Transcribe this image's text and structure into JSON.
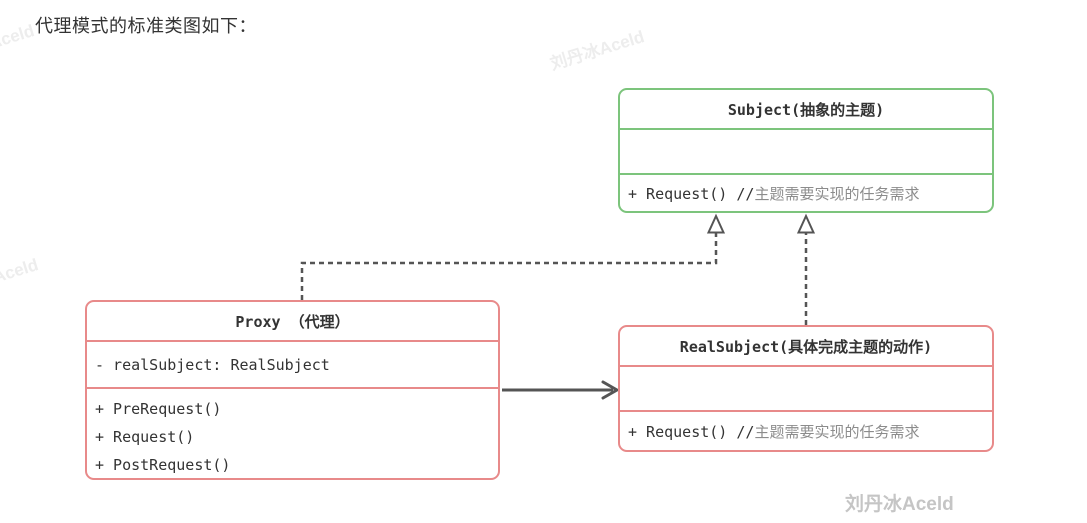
{
  "page": {
    "title": "代理模式的标准类图如下："
  },
  "diagram": {
    "subject_class": {
      "title": "Subject(抽象的主题)",
      "fields": [],
      "method_code": "+ Request() //",
      "method_comment": "主题需要实现的任务需求",
      "border_color": "#7cc47c"
    },
    "proxy_class": {
      "title": "Proxy （代理）",
      "field": "- realSubject: RealSubject",
      "methods": [
        "+ PreRequest()",
        "+ Request()",
        "+ PostRequest()"
      ],
      "border_color": "#e88a8a"
    },
    "realsubject_class": {
      "title": "RealSubject(具体完成主题的动作)",
      "fields": [],
      "method_code": "+ Request() //",
      "method_comment": "主题需要实现的任务需求",
      "border_color": "#e88a8a"
    },
    "relations": [
      {
        "from": "Proxy",
        "to": "Subject",
        "type": "realization-dashed-hollow-arrow"
      },
      {
        "from": "RealSubject",
        "to": "Subject",
        "type": "realization-dashed-hollow-arrow"
      },
      {
        "from": "Proxy",
        "to": "RealSubject",
        "type": "association-solid-arrow"
      }
    ]
  },
  "watermarks": {
    "main": "刘丹冰Aceld",
    "faint": "刘丹冰Aceld"
  },
  "colors": {
    "subject_border": "#7cc47c",
    "proxy_border": "#e88a8a",
    "arrow": "#555555",
    "code_text": "#333333",
    "comment_text": "#8c8c8c",
    "watermark_main": "#c5c5c5",
    "watermark_faint": "#ededed"
  }
}
